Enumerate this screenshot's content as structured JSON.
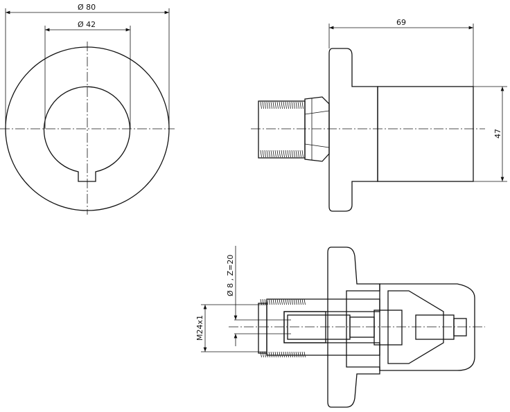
{
  "front_view": {
    "outer_diameter_label": "Ø 80",
    "inner_diameter_label": "Ø 42"
  },
  "side_view": {
    "length_label": "69",
    "height_label": "47"
  },
  "section_view": {
    "outlet_label": "Ø 8 , Z=20",
    "thread_label": "M24x1"
  },
  "colors": {
    "line": "#111111",
    "background": "#ffffff"
  }
}
